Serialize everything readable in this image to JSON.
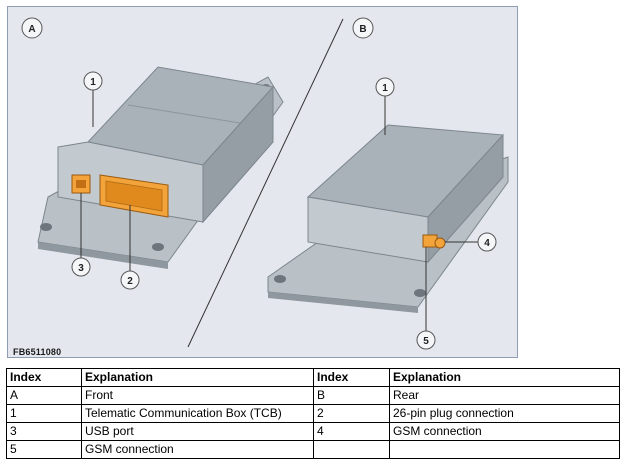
{
  "figure": {
    "image_code": "FB6511080",
    "view_badges": [
      "A",
      "B"
    ],
    "callouts": [
      "1",
      "2",
      "3",
      "1",
      "4",
      "5"
    ],
    "colors": {
      "housing": "#a9b2b8",
      "connector": "#f2a33a",
      "background": "#e4e8ee"
    }
  },
  "table": {
    "headers": [
      "Index",
      "Explanation",
      "Index",
      "Explanation"
    ],
    "rows": [
      [
        "A",
        "Front",
        "B",
        "Rear"
      ],
      [
        "1",
        "Telematic Communication Box (TCB)",
        "2",
        "26-pin plug connection"
      ],
      [
        "3",
        "USB port",
        "4",
        "GSM connection"
      ],
      [
        "5",
        "GSM connection",
        "",
        ""
      ]
    ]
  }
}
